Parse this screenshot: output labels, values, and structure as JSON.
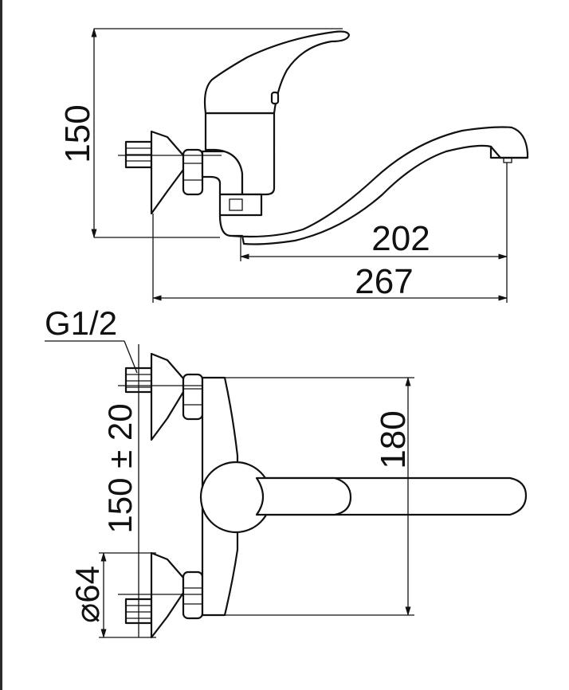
{
  "dimensions": {
    "height_top": "150",
    "spout_reach": "202",
    "overall_length": "267",
    "thread_size": "G1/2",
    "center_distance": "150 ± 20",
    "side_width": "180",
    "escutcheon_diameter": "⌀64"
  },
  "colors": {
    "line": "#111111",
    "background": "#ffffff",
    "frame": "#2b2b2b"
  }
}
